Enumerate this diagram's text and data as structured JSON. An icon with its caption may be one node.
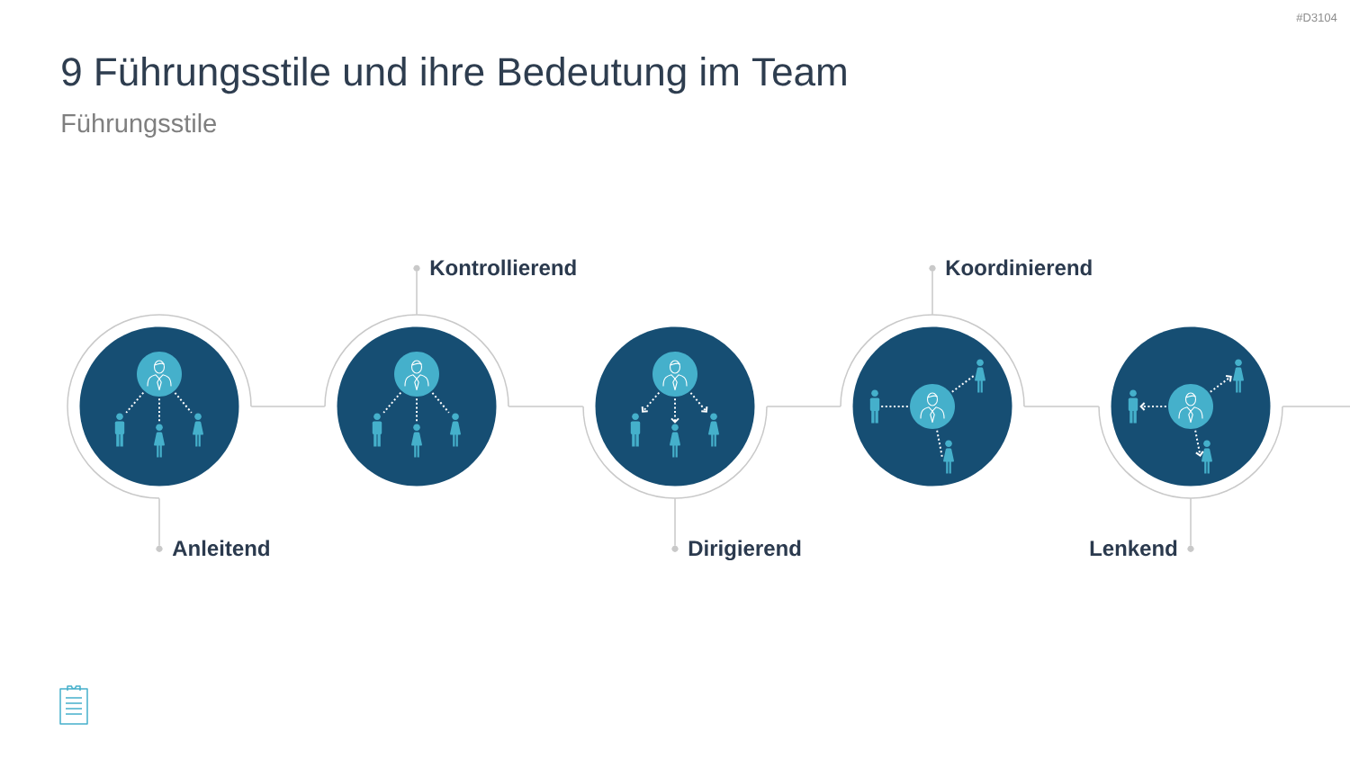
{
  "diagram": {
    "title": "9 Führungsstile und ihre Bedeutung im Team",
    "nodes": [
      {
        "text": [
          "Anleitend"
        ]
      },
      {
        "text": [],
        "shape": "circle"
      },
      {
        "text": [],
        "shape": "circle",
        "in": 1
      },
      {
        "text": [],
        "shape": "person",
        "in": 1
      },
      {
        "text": [],
        "shape": "person",
        "in": 1
      },
      {
        "text": [],
        "shape": "person",
        "in": 1
      },
      {
        "text": [
          "Kontrollierend"
        ]
      },
      {
        "text": [],
        "shape": "circle"
      },
      {
        "text": [],
        "shape": "circle",
        "in": 7
      },
      {
        "text": [],
        "shape": "person",
        "in": 7
      },
      {
        "text": [],
        "shape": "person",
        "in": 7
      },
      {
        "text": [],
        "shape": "person",
        "in": 7
      },
      {
        "text": [
          "Dirigierend"
        ]
      },
      {
        "text": [],
        "shape": "circle"
      },
      {
        "text": [],
        "shape": "circle",
        "in": 13
      },
      {
        "text": [],
        "shape": "person",
        "in": 13
      },
      {
        "text": [],
        "shape": "person",
        "in": 13
      },
      {
        "text": [],
        "shape": "person",
        "in": 13
      },
      {
        "text": [
          "Koordinierend"
        ]
      },
      {
        "text": [],
        "shape": "circle"
      },
      {
        "text": [],
        "shape": "circle",
        "in": 19
      },
      {
        "text": [],
        "shape": "person",
        "in": 19
      },
      {
        "text": [],
        "shape": "person",
        "in": 19
      },
      {
        "text": [],
        "shape": "person",
        "in": 19
      },
      {
        "text": [
          "Lenkend"
        ]
      },
      {
        "text": [],
        "shape": "circle"
      },
      {
        "text": [],
        "shape": "circle",
        "in": 25
      },
      {
        "text": [],
        "shape": "person",
        "in": 25
      },
      {
        "text": [],
        "shape": "person",
        "in": 25
      },
      {
        "text": [],
        "shape": "person",
        "in": 25
      }
    ],
    "edges": [
      {
        "from": 1,
        "to": 7,
        "arrow": "none",
        "color": "#c8c8c8"
      },
      {
        "from": 7,
        "to": 13,
        "arrow": "none",
        "color": "#c8c8c8"
      },
      {
        "from": 13,
        "to": 19,
        "arrow": "none",
        "color": "#c8c8c8"
      },
      {
        "from": 19,
        "to": 25,
        "arrow": "none",
        "color": "#c8c8c8"
      },
      {
        "from": 25,
        "to": null,
        "arrow": "none",
        "color": "#c8c8c8"
      },
      {
        "from": 0,
        "to": 1,
        "arrow": "none",
        "color": "#c8c8c8"
      },
      {
        "from": 6,
        "to": 7,
        "arrow": "none",
        "color": "#c8c8c8"
      },
      {
        "from": 12,
        "to": 13,
        "arrow": "none",
        "color": "#c8c8c8"
      },
      {
        "from": 18,
        "to": 19,
        "arrow": "none",
        "color": "#c8c8c8"
      },
      {
        "from": 24,
        "to": 25,
        "arrow": "none",
        "color": "#c8c8c8"
      },
      {
        "from": 2,
        "to": 3,
        "arrow": "none",
        "style": "dashed",
        "color": "#ffffff"
      },
      {
        "from": 2,
        "to": 4,
        "arrow": "none",
        "style": "dashed",
        "color": "#ffffff"
      },
      {
        "from": 2,
        "to": 5,
        "arrow": "none",
        "style": "dashed",
        "color": "#ffffff"
      },
      {
        "from": 8,
        "to": 9,
        "arrow": "none",
        "style": "dashed",
        "color": "#ffffff"
      },
      {
        "from": 8,
        "to": 10,
        "arrow": "none",
        "style": "dashed",
        "color": "#ffffff"
      },
      {
        "from": 8,
        "to": 11,
        "arrow": "none",
        "style": "dashed",
        "color": "#ffffff"
      },
      {
        "from": 14,
        "to": 15,
        "arrow": "to",
        "style": "dashed",
        "color": "#ffffff"
      },
      {
        "from": 14,
        "to": 16,
        "arrow": "to",
        "style": "dashed",
        "color": "#ffffff"
      },
      {
        "from": 14,
        "to": 17,
        "arrow": "to",
        "style": "dashed",
        "color": "#ffffff"
      },
      {
        "from": 20,
        "to": 21,
        "arrow": "none",
        "style": "dashed",
        "color": "#ffffff"
      },
      {
        "from": 20,
        "to": 22,
        "arrow": "none",
        "style": "dashed",
        "color": "#ffffff"
      },
      {
        "from": 20,
        "to": 23,
        "arrow": "none",
        "style": "dashed",
        "color": "#ffffff"
      },
      {
        "from": 26,
        "to": 27,
        "arrow": "to",
        "style": "dashed",
        "color": "#ffffff"
      },
      {
        "from": 26,
        "to": 28,
        "arrow": "to",
        "style": "dashed",
        "color": "#ffffff"
      },
      {
        "from": 26,
        "to": 29,
        "arrow": "to",
        "style": "dashed",
        "color": "#ffffff"
      }
    ],
    "labels": [
      "#D3104",
      "Führungsstile"
    ]
  }
}
